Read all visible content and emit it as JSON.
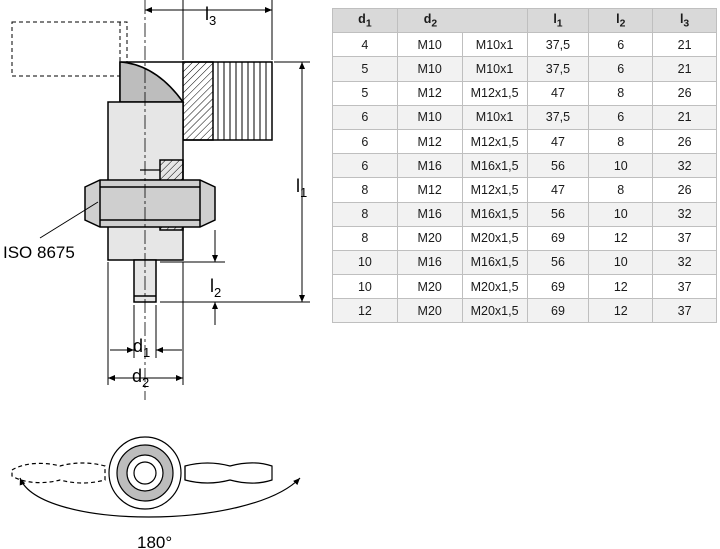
{
  "drawing": {
    "standard_label": "ISO 8675",
    "rotation_label": "180°",
    "dims": {
      "l3": {
        "main": "l",
        "sub": "3"
      },
      "l1": {
        "main": "l",
        "sub": "1"
      },
      "l2": {
        "main": "l",
        "sub": "2"
      },
      "d1": {
        "main": "d",
        "sub": "1"
      },
      "d2": {
        "main": "d",
        "sub": "2"
      }
    }
  },
  "table": {
    "headers": [
      {
        "main": "d",
        "sub": "1"
      },
      {
        "main": "d",
        "sub": "2"
      },
      {
        "main": "",
        "sub": ""
      },
      {
        "main": "l",
        "sub": "1"
      },
      {
        "main": "l",
        "sub": "2"
      },
      {
        "main": "l",
        "sub": "3"
      }
    ],
    "rows": [
      [
        "4",
        "M10",
        "M10x1",
        "37,5",
        "6",
        "21"
      ],
      [
        "5",
        "M10",
        "M10x1",
        "37,5",
        "6",
        "21"
      ],
      [
        "5",
        "M12",
        "M12x1,5",
        "47",
        "8",
        "26"
      ],
      [
        "6",
        "M10",
        "M10x1",
        "37,5",
        "6",
        "21"
      ],
      [
        "6",
        "M12",
        "M12x1,5",
        "47",
        "8",
        "26"
      ],
      [
        "6",
        "M16",
        "M16x1,5",
        "56",
        "10",
        "32"
      ],
      [
        "8",
        "M12",
        "M12x1,5",
        "47",
        "8",
        "26"
      ],
      [
        "8",
        "M16",
        "M16x1,5",
        "56",
        "10",
        "32"
      ],
      [
        "8",
        "M20",
        "M20x1,5",
        "69",
        "12",
        "37"
      ],
      [
        "10",
        "M16",
        "M16x1,5",
        "56",
        "10",
        "32"
      ],
      [
        "10",
        "M20",
        "M20x1,5",
        "69",
        "12",
        "37"
      ],
      [
        "12",
        "M20",
        "M20x1,5",
        "69",
        "12",
        "37"
      ]
    ]
  }
}
